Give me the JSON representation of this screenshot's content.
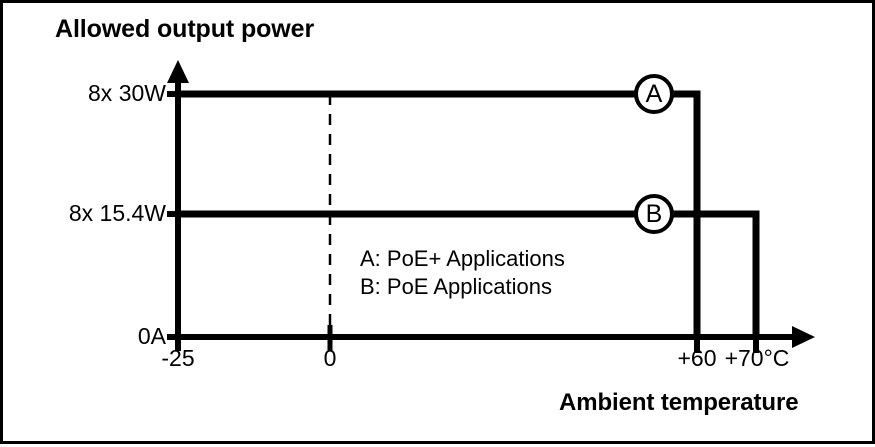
{
  "figure": {
    "title": "Allowed output power",
    "xaxis_title": "Ambient temperature",
    "border_color": "#000000",
    "line_color": "#000000",
    "background_color": "#ffffff"
  },
  "markers": {
    "a": "A",
    "b": "B"
  },
  "legend": {
    "a": "A: PoE+ Applications",
    "b": "B: PoE Applications"
  },
  "axes": {
    "y_ticks": [
      "8x 30W",
      "8x 15.4W",
      "0A"
    ],
    "x_ticks": [
      "-25",
      "0",
      "+60",
      "+70°C"
    ]
  },
  "chart_data": {
    "type": "line",
    "title": "Allowed output power",
    "xlabel": "Ambient temperature",
    "ylabel": "Allowed output power",
    "xlim": [
      -25,
      75
    ],
    "ylim": [
      0,
      240
    ],
    "grid": false,
    "legend_position": "inside-center",
    "x_tick_values": [
      -25,
      0,
      60,
      70
    ],
    "x_tick_labels": [
      "-25",
      "0",
      "+60",
      "+70°C"
    ],
    "y_tick_values": [
      0,
      123.2,
      240
    ],
    "y_tick_labels": [
      "0A",
      "8x 15.4W",
      "8x 30W"
    ],
    "annotations": [
      {
        "label": "A",
        "x": 50,
        "y": 240,
        "shape": "circle"
      },
      {
        "label": "B",
        "x": 50,
        "y": 123.2,
        "shape": "circle"
      },
      {
        "label": "A: PoE+ Applications",
        "x": 5,
        "y": 70,
        "shape": "text"
      },
      {
        "label": "B: PoE Applications",
        "x": 5,
        "y": 55,
        "shape": "text"
      }
    ],
    "reference_lines": [
      {
        "x": 0,
        "style": "dashed",
        "label": "0"
      }
    ],
    "series": [
      {
        "name": "A: PoE+ Applications",
        "label": "A",
        "value_label": "8x 30W",
        "points": [
          {
            "x": -25,
            "y": 240
          },
          {
            "x": 60,
            "y": 240
          },
          {
            "x": 60,
            "y": 0
          }
        ]
      },
      {
        "name": "B: PoE Applications",
        "label": "B",
        "value_label": "8x 15.4W",
        "points": [
          {
            "x": -25,
            "y": 123.2
          },
          {
            "x": 70,
            "y": 123.2
          },
          {
            "x": 70,
            "y": 0
          }
        ]
      }
    ]
  }
}
